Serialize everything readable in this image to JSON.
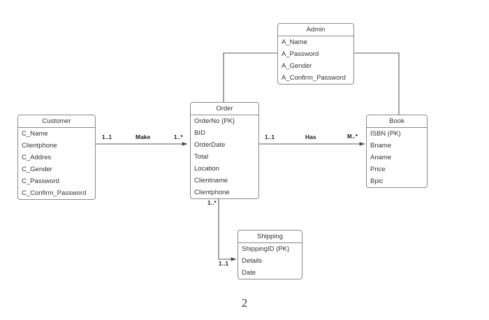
{
  "document": {
    "page_number": "2",
    "background_color": "#ffffff",
    "line_color": "#5a5a5a",
    "box_border_color": "#8a8a8a",
    "text_color": "#333333"
  },
  "entities": [
    {
      "id": "admin",
      "title": "Admin",
      "attributes": [
        "A_Name",
        "A_Password",
        "A_Gender",
        "A_Confirm_Password"
      ]
    },
    {
      "id": "customer",
      "title": "Customer",
      "attributes": [
        "C_Name",
        "Clientphone",
        "C_Addres",
        "C_Gender",
        "C_Password",
        "C_Confirm_Password"
      ]
    },
    {
      "id": "order",
      "title": "Order",
      "attributes": [
        "OrderNo {PK}",
        "BID",
        "OrderDate",
        "Total",
        "Location",
        "Clientname",
        "Clientphone"
      ]
    },
    {
      "id": "book",
      "title": "Book",
      "attributes": [
        "ISBN (PK)",
        "Bname",
        "Aname",
        "Price",
        "Bpic"
      ]
    },
    {
      "id": "shipping",
      "title": "Shipping",
      "attributes": [
        "ShippingID (PK)",
        "Details",
        "Date"
      ]
    }
  ],
  "relationships": [
    {
      "id": "customer-order",
      "name": "Make",
      "from": "customer",
      "to": "order",
      "from_cardinality": "1..1",
      "to_cardinality": "1..*"
    },
    {
      "id": "order-book",
      "name": "Has",
      "from": "order",
      "to": "book",
      "from_cardinality": "1..1",
      "to_cardinality": "M..*"
    },
    {
      "id": "order-shipping",
      "name": "",
      "from": "order",
      "to": "shipping",
      "from_cardinality": "1..*",
      "to_cardinality": "1..1"
    },
    {
      "id": "admin-order",
      "name": "",
      "from": "admin",
      "to": "order",
      "from_cardinality": "",
      "to_cardinality": ""
    },
    {
      "id": "admin-book",
      "name": "",
      "from": "admin",
      "to": "book",
      "from_cardinality": "",
      "to_cardinality": ""
    }
  ]
}
